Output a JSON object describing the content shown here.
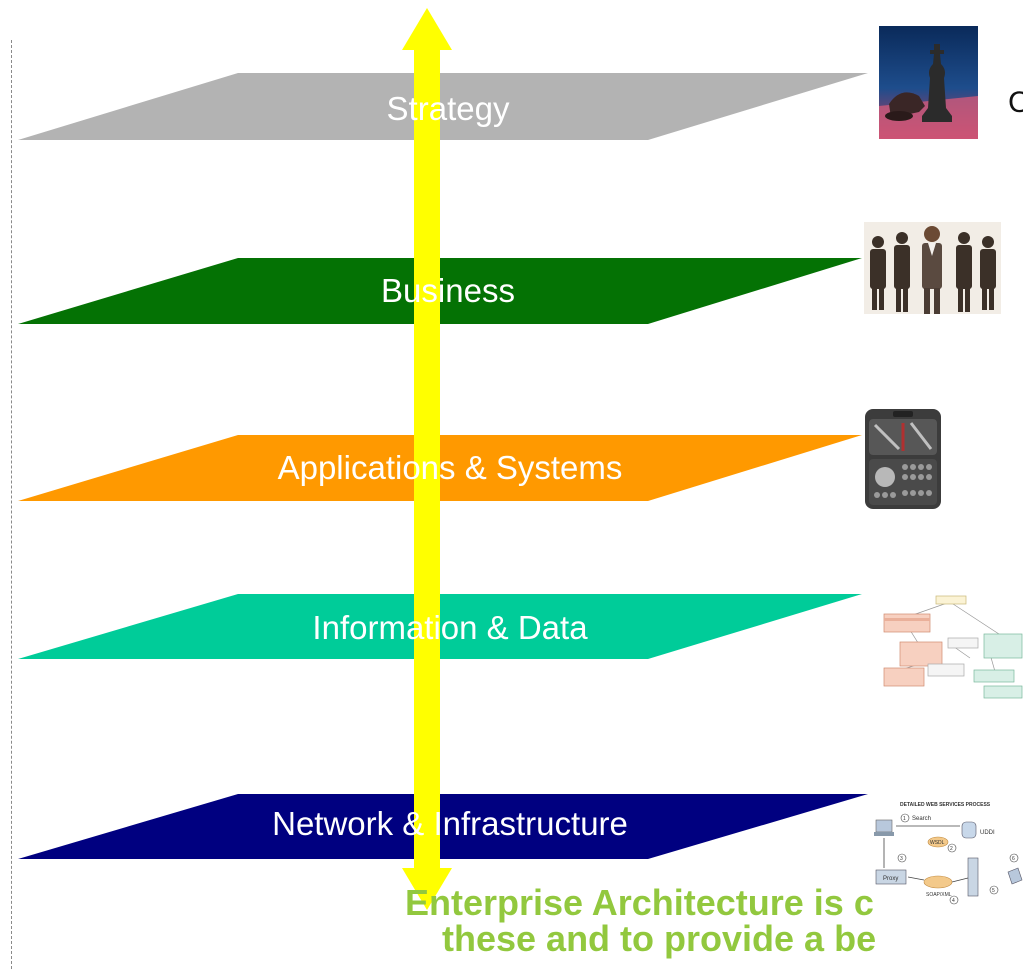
{
  "layers": [
    {
      "label": "Strategy",
      "color": "#b3b3b3",
      "image": "chess-pieces-photo"
    },
    {
      "label": "Business",
      "color": "#047204",
      "image": "business-people-photo"
    },
    {
      "label": "Applications & Systems",
      "color": "#ff9900",
      "image": "toolkit-photo"
    },
    {
      "label": "Information & Data",
      "color": "#00cc99",
      "image": "data-model-diagram"
    },
    {
      "label": "Network & Infrastructure",
      "color": "#000080",
      "image": "web-services-diagram"
    }
  ],
  "arrow": {
    "color": "#ffff00",
    "direction": "bidirectional-vertical"
  },
  "caption": {
    "line1": "Enterprise Architecture is c",
    "line2": "these and to provide a be"
  },
  "web_services_diagram": {
    "title": "DETAILED WEB SERVICES PROCESS",
    "labels": [
      "Search",
      "UDDI",
      "WSDL",
      "Proxy",
      "SOAP/XML"
    ],
    "steps": [
      "1",
      "2",
      "3",
      "4",
      "5",
      "6"
    ]
  },
  "edge_glyph": "C"
}
